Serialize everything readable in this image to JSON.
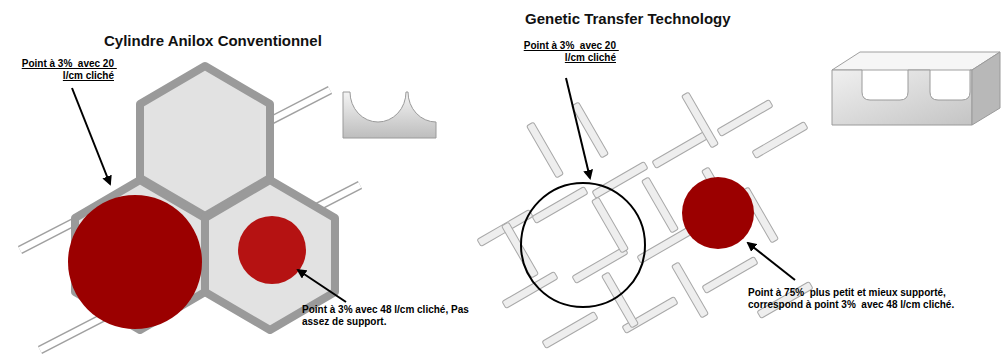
{
  "diagram": {
    "labels": [
      "Cylindre Anilox Conventionnel",
      "Point à 3%  avec 20 l/cm cliché",
      "Point à 3% avec 48 l/cm cliché, Pas assez de support.",
      "Genetic Transfer Technology",
      "Point à 3%  avec 20 l/cm cliché",
      "Point à 75%  plus petit et mieux supporté, correspond à point 3%  avec 48 l/cm cliché."
    ]
  }
}
